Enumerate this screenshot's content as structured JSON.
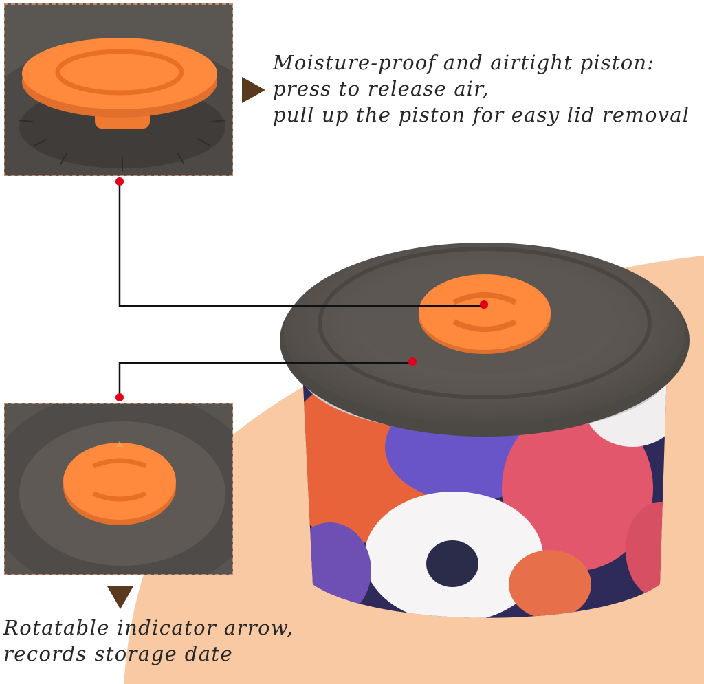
{
  "captions": {
    "top": [
      "Moisture-proof and airtight piston:",
      "press to release air,",
      "pull up the piston for easy lid removal"
    ],
    "bottom": [
      "Rotatable indicator arrow,",
      "records storage date"
    ]
  },
  "colors": {
    "accent_orange": "#ff8a3d",
    "lid_gray": "#5f5a55",
    "background_peach": "#f9c9a3",
    "pointer_red": "#e0001b",
    "arrow_brown": "#5a3a1e",
    "inset_border": "#c58b6d"
  },
  "icons": {
    "right_marker": "triangle-right-icon",
    "down_marker": "triangle-down-icon"
  }
}
